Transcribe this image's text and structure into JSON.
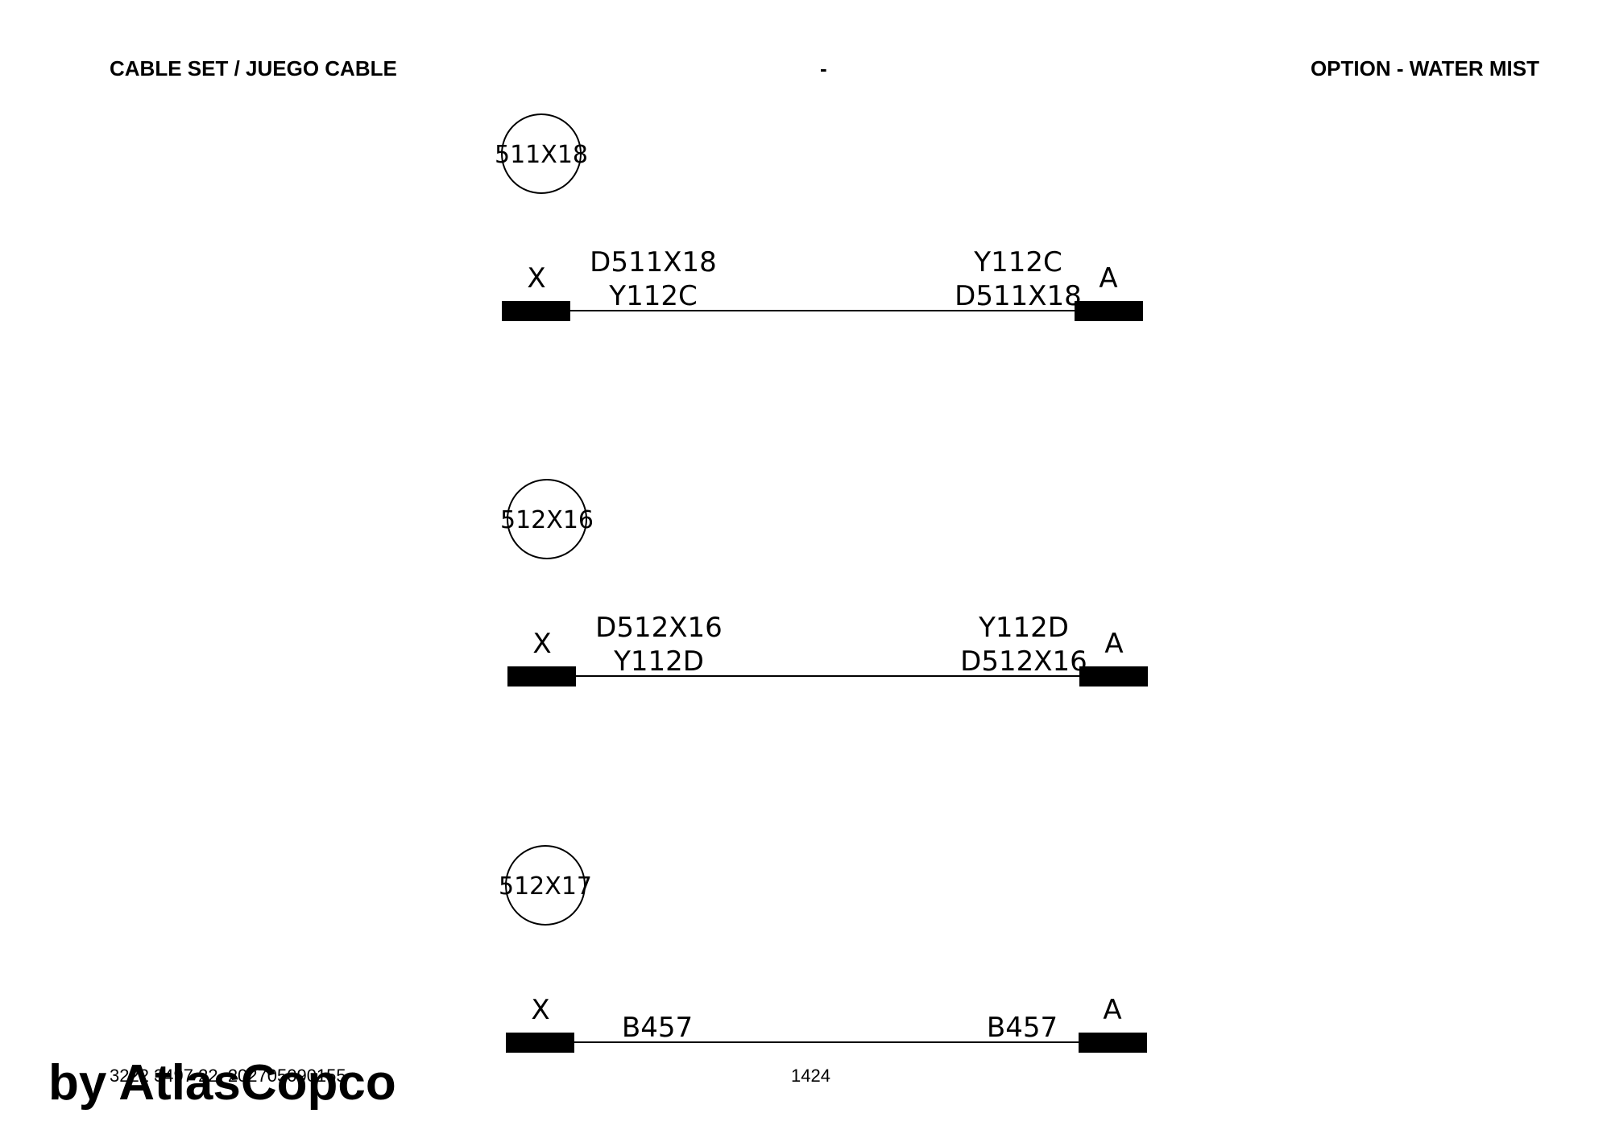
{
  "header": {
    "left": "CABLE SET / JUEGO CABLE",
    "middle": "-",
    "right": "OPTION - WATER MIST"
  },
  "cables": [
    {
      "id": "511X18",
      "end_left": "X",
      "end_right": "A",
      "left_labels": [
        "D511X18",
        "Y112C"
      ],
      "right_labels": [
        "Y112C",
        "D511X18"
      ]
    },
    {
      "id": "512X16",
      "end_left": "X",
      "end_right": "A",
      "left_labels": [
        "D512X16",
        "Y112D"
      ],
      "right_labels": [
        "Y112D",
        "D512X16"
      ]
    },
    {
      "id": "512X17",
      "end_left": "X",
      "end_right": "A",
      "left_labels": [
        "B457"
      ],
      "right_labels": [
        "B457"
      ]
    }
  ],
  "footer": {
    "code": "3222 3497 22_202705090155",
    "page": "1424",
    "brand": "by AtlasCopco"
  }
}
